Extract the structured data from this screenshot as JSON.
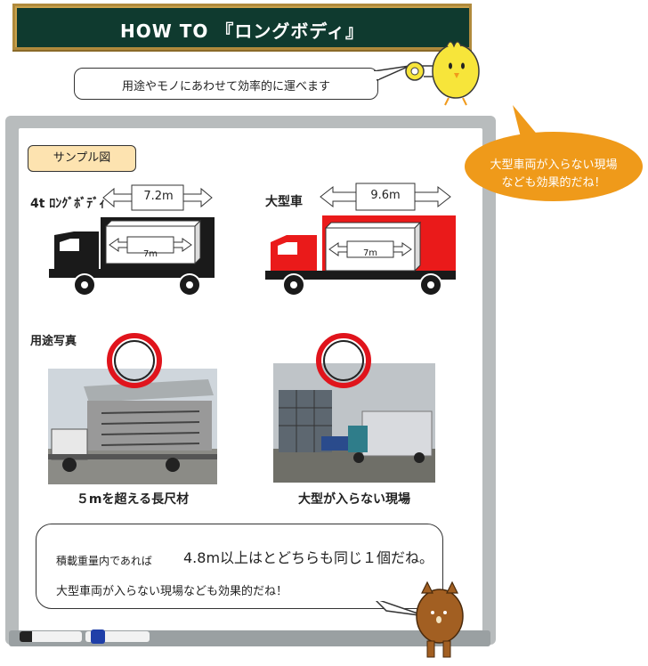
{
  "title": "HOW  TO 『ロングボディ』",
  "intro_bubble": "用途やモノにあわせて効率的に運べます",
  "orange_bubble": {
    "line1": "大型車両が入らない現場",
    "line2": "なども効果的だね！"
  },
  "sample_label": "サンプル図",
  "trucks": [
    {
      "label": "4t ﾛﾝｸﾞﾎﾞﾃﾞｨ",
      "outer_length": "7.2m",
      "inner_length": "7m",
      "body_color": "#1a1a1a"
    },
    {
      "label": "大型車",
      "outer_length": "9.6m",
      "inner_length": "7m",
      "body_color": "#ea1a1a"
    }
  ],
  "usage_heading": "用途写真",
  "photos": [
    {
      "caption": "５mを超える長尺材"
    },
    {
      "caption": "大型が入らない現場"
    }
  ],
  "bottom_bubble": {
    "line1_prefix": "積載重量内であれば",
    "line1_main": "4.8m以上はとどちらも同じ１個だね。",
    "line2": "大型車両が入らない現場なども効果的だね！"
  }
}
